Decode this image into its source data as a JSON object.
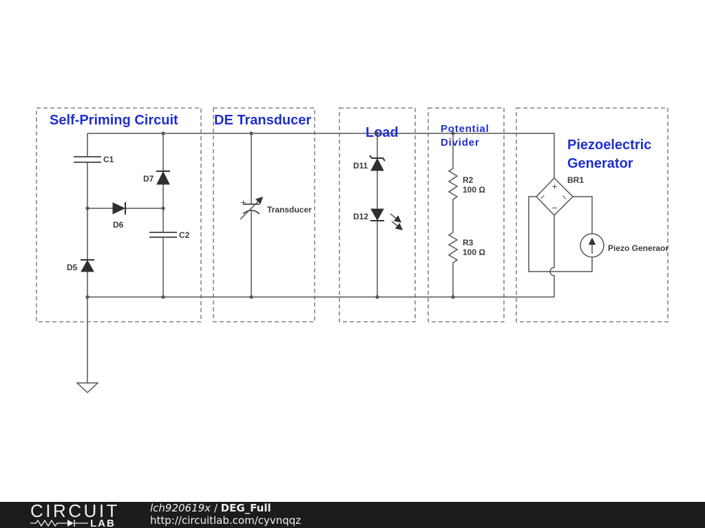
{
  "schematic": {
    "blocks": {
      "self_priming": {
        "title": "Self-Priming Circuit"
      },
      "de_transducer": {
        "title": "DE Transducer"
      },
      "load": {
        "title": "Load"
      },
      "potential_divider": {
        "title_line1": "Potential",
        "title_line2": "Divider"
      },
      "piezoelectric_generator": {
        "title_line1": "Piezoelectric",
        "title_line2": "Generator"
      }
    },
    "components": {
      "c1": {
        "label": "C1"
      },
      "c2": {
        "label": "C2"
      },
      "d5": {
        "label": "D5"
      },
      "d6": {
        "label": "D6"
      },
      "d7": {
        "label": "D7"
      },
      "transducer": {
        "label": "Transducer",
        "polarity_mark": "+"
      },
      "d11": {
        "label": "D11"
      },
      "d12": {
        "label": "D12"
      },
      "r2": {
        "label": "R2",
        "value": "100 Ω"
      },
      "r3": {
        "label": "R3",
        "value": "100 Ω"
      },
      "br1": {
        "label": "BR1",
        "plus_mark": "+",
        "minus_mark": "−",
        "ac_mark_left": "~",
        "ac_mark_right": "~"
      },
      "piezo_source": {
        "label": "Piezo Generaor"
      }
    }
  },
  "footer": {
    "logo_top": "CIRCUIT",
    "logo_bottom": "LAB",
    "author": "lch920619x",
    "separator": " / ",
    "title": "DEG_Full",
    "url": "http://circuitlab.com/cyvnqqz"
  },
  "colors": {
    "block_title": "#1f2ed0",
    "wire": "#555555",
    "label": "#3b3b3b",
    "footer_bg": "#1c1c1c",
    "footer_text": "#f0f0f0"
  }
}
